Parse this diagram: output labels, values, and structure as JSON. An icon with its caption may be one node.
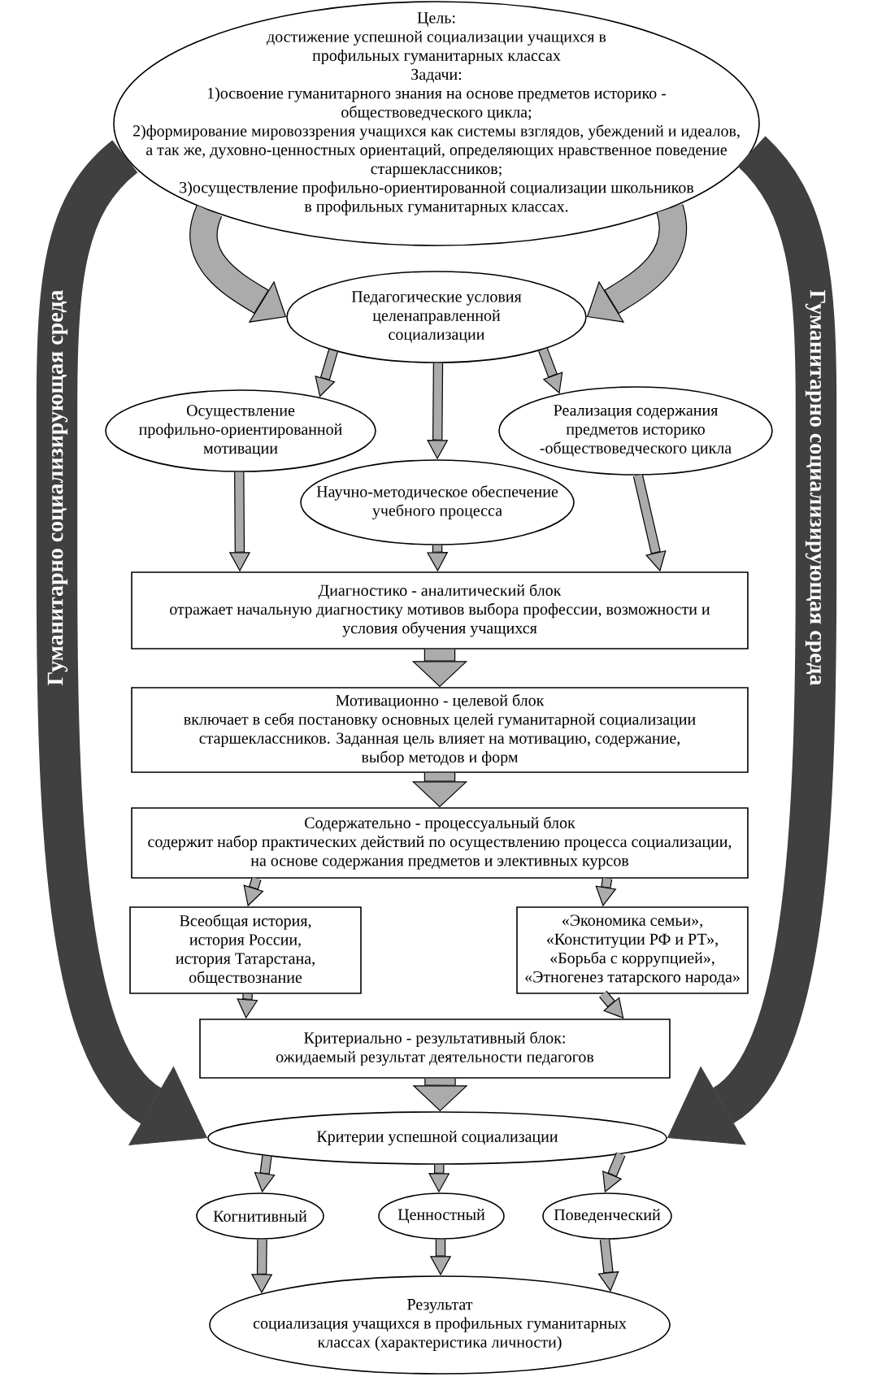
{
  "diagram": {
    "nodes": [
      {
        "text": [
          "Цель:",
          "достижение успешной социализации учащихся в профильных гуманитарных классах",
          "Задачи:",
          "1)освоение гуманитарного знания на основе предметов историко - обществоведческого цикла;",
          "2)формирование мировоззрения учащихся как системы взглядов, убеждений и идеалов, а так же, духовно-ценностных ориентаций, определяющих нравственное поведение старшеклассников;",
          "3)осуществление профильно-ориентированной социализации школьников в профильных гуманитарных классах."
        ]
      },
      {
        "text": [
          "Педагогические условия целенаправленной социализации"
        ]
      },
      {
        "text": [
          "Осуществление профильно-ориентированной мотивации"
        ]
      },
      {
        "text": [
          "Научно-методическое обеспечение учебного процесса"
        ]
      },
      {
        "text": [
          "Реализация содержания предметов историко -обществоведческого цикла"
        ]
      },
      {
        "text": [
          "Диагностико - аналитический блок",
          "отражает начальную диагностику мотивов выбора профессии, возможности и условия обучения учащихся"
        ]
      },
      {
        "text": [
          "Мотивационно - целевой блок",
          "включает в себя постановку основных целей гуманитарной социализации старшеклассников. Заданная цель влияет на мотивацию, содержание, выбор методов и форм"
        ]
      },
      {
        "text": [
          "Содержательно - процессуальный блок",
          "содержит набор практических действий по осуществлению процесса социализации, на основе содержания предметов и элективных курсов"
        ]
      },
      {
        "text": [
          "Всеобщая история, история России, история Татарстана, обществознание"
        ]
      },
      {
        "text": [
          "«Экономика семьи», «Конституции РФ и РТ», «Борьба с коррупцией», «Этногенез татарского народа»"
        ]
      },
      {
        "text": [
          "Критериально - результативный блок:",
          "ожидаемый результат деятельности педагогов"
        ]
      },
      {
        "text": [
          "Критерии успешной социализации"
        ]
      },
      {
        "text": [
          "Когнитивный"
        ]
      },
      {
        "text": [
          "Ценностный"
        ]
      },
      {
        "text": [
          "Поведенческий"
        ]
      },
      {
        "text": [
          "Результат",
          "социализация учащихся в профильных гуманитарных классах (характеристика личности)"
        ]
      }
    ],
    "edges": [
      {
        "from": 0,
        "to": 1,
        "arrow": "to",
        "style": "thick"
      },
      {
        "from": 0,
        "to": 1,
        "arrow": "to",
        "style": "thick"
      },
      {
        "from": 0,
        "to": 11,
        "arrow": "to",
        "style": "thick",
        "color": "#404040",
        "label": "Гуманитарно социализирующая среда"
      },
      {
        "from": 0,
        "to": 11,
        "arrow": "to",
        "style": "thick",
        "color": "#404040",
        "label": "Гуманитарно социализирующая среда"
      },
      {
        "from": 1,
        "to": 2,
        "arrow": "to"
      },
      {
        "from": 1,
        "to": 3,
        "arrow": "to"
      },
      {
        "from": 1,
        "to": 4,
        "arrow": "to"
      },
      {
        "from": 2,
        "to": 5,
        "arrow": "to"
      },
      {
        "from": 3,
        "to": 5,
        "arrow": "to"
      },
      {
        "from": 4,
        "to": 5,
        "arrow": "to"
      },
      {
        "from": 5,
        "to": 6,
        "arrow": "to",
        "style": "thick"
      },
      {
        "from": 6,
        "to": 7,
        "arrow": "to",
        "style": "thick"
      },
      {
        "from": 7,
        "to": 8,
        "arrow": "to"
      },
      {
        "from": 7,
        "to": 9,
        "arrow": "to"
      },
      {
        "from": 8,
        "to": 10,
        "arrow": "to"
      },
      {
        "from": 9,
        "to": 10,
        "arrow": "to"
      },
      {
        "from": 10,
        "to": 11,
        "arrow": "to",
        "style": "thick"
      },
      {
        "from": 11,
        "to": 12,
        "arrow": "to"
      },
      {
        "from": 11,
        "to": 13,
        "arrow": "to"
      },
      {
        "from": 11,
        "to": 14,
        "arrow": "to"
      },
      {
        "from": 12,
        "to": 15,
        "arrow": "to"
      },
      {
        "from": 13,
        "to": 15,
        "arrow": "to"
      },
      {
        "from": 14,
        "to": 15,
        "arrow": "to"
      }
    ]
  }
}
